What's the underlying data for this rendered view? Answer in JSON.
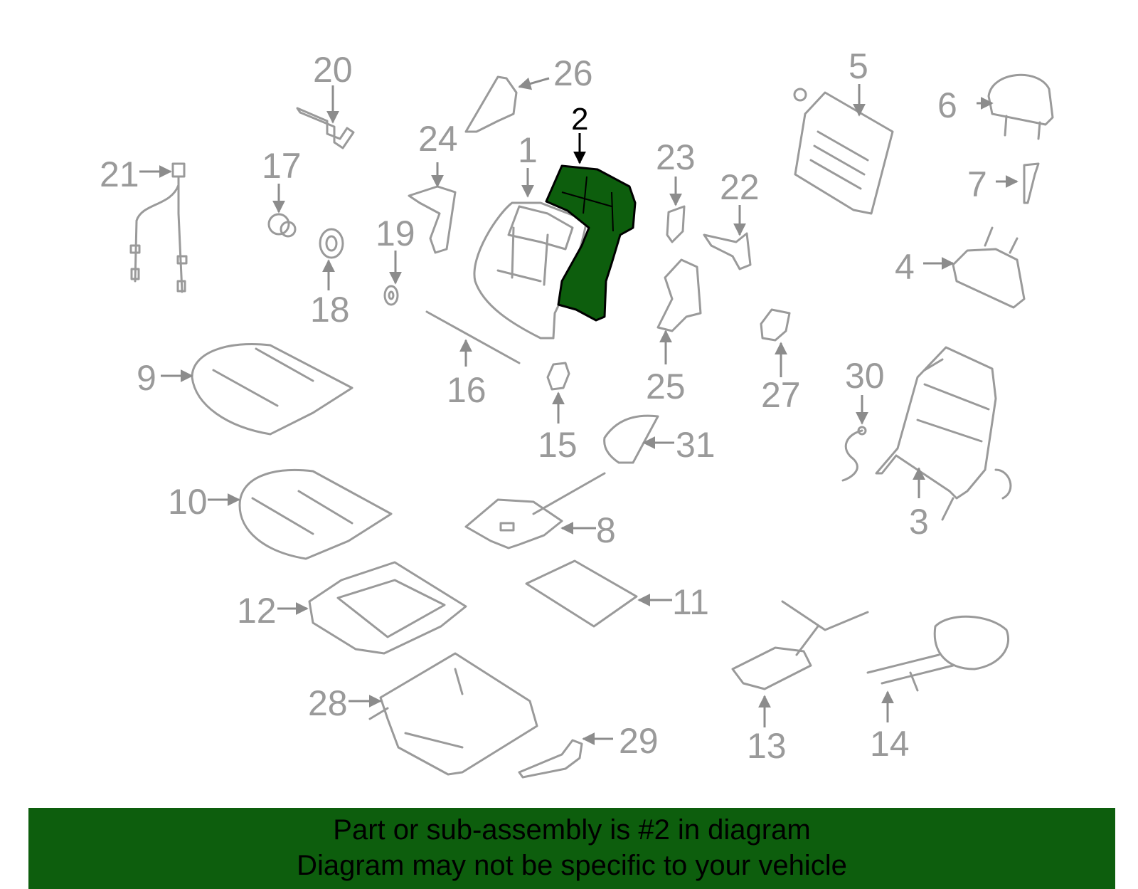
{
  "banner": {
    "line1": "Part or sub-assembly is #2 in diagram",
    "line2": "Diagram may not be specific to your vehicle"
  },
  "colors": {
    "highlight": "#0d5e0d",
    "part_stroke": "#9a9a9a",
    "banner_bg": "#0d5e0d",
    "text": "#000000"
  },
  "selected_part": "2",
  "callouts": [
    "1",
    "2",
    "3",
    "4",
    "5",
    "6",
    "7",
    "8",
    "9",
    "10",
    "11",
    "12",
    "13",
    "14",
    "15",
    "16",
    "17",
    "18",
    "19",
    "20",
    "21",
    "22",
    "23",
    "24",
    "25",
    "26",
    "27",
    "28",
    "29",
    "30",
    "31"
  ]
}
